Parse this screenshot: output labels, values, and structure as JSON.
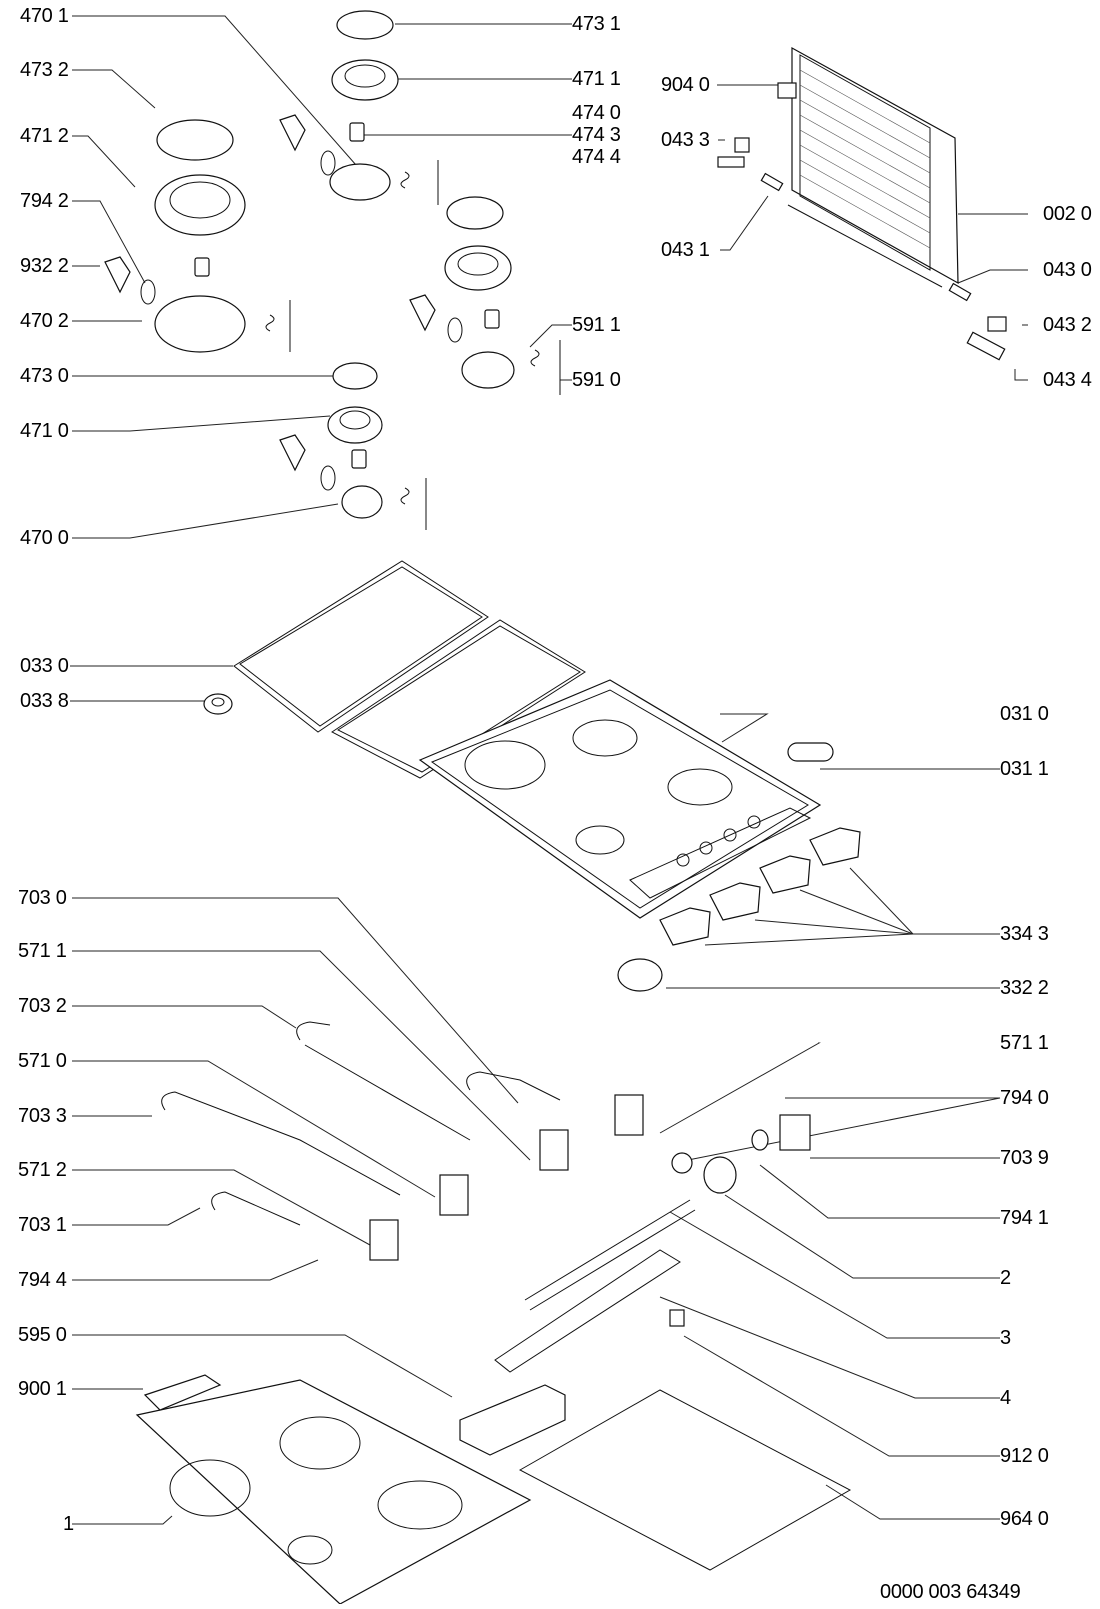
{
  "diagram": {
    "type": "exploded parts diagram",
    "subject": "gas hob",
    "document_number": "0000 003 64349",
    "labels_left": [
      {
        "id": "470-1",
        "text": "470 1"
      },
      {
        "id": "473-2",
        "text": "473 2"
      },
      {
        "id": "471-2",
        "text": "471 2"
      },
      {
        "id": "794-2",
        "text": "794 2"
      },
      {
        "id": "932-2",
        "text": "932 2"
      },
      {
        "id": "470-2",
        "text": "470 2"
      },
      {
        "id": "473-0",
        "text": "473 0"
      },
      {
        "id": "471-0",
        "text": "471 0"
      },
      {
        "id": "470-0",
        "text": "470 0"
      },
      {
        "id": "033-0",
        "text": "033 0"
      },
      {
        "id": "033-8",
        "text": "033 8"
      },
      {
        "id": "703-0",
        "text": "703 0"
      },
      {
        "id": "571-1",
        "text": "571 1"
      },
      {
        "id": "703-2",
        "text": "703 2"
      },
      {
        "id": "571-0",
        "text": "571 0"
      },
      {
        "id": "703-3",
        "text": "703 3"
      },
      {
        "id": "571-2",
        "text": "571 2"
      },
      {
        "id": "703-1",
        "text": "703 1"
      },
      {
        "id": "794-4",
        "text": "794 4"
      },
      {
        "id": "595-0",
        "text": "595 0"
      },
      {
        "id": "900-1",
        "text": "900 1"
      },
      {
        "id": "1",
        "text": "1"
      }
    ],
    "labels_top_center": [
      {
        "id": "473-1",
        "text": "473 1"
      },
      {
        "id": "471-1",
        "text": "471 1"
      },
      {
        "id": "474-0",
        "text": "474 0"
      },
      {
        "id": "474-3",
        "text": "474 3"
      },
      {
        "id": "474-4",
        "text": "474 4"
      },
      {
        "id": "591-1",
        "text": "591 1"
      },
      {
        "id": "591-0",
        "text": "591 0"
      }
    ],
    "labels_top_right": [
      {
        "id": "904-0",
        "text": "904 0"
      },
      {
        "id": "043-3",
        "text": "043 3"
      },
      {
        "id": "043-1",
        "text": "043 1"
      },
      {
        "id": "002-0",
        "text": "002 0"
      },
      {
        "id": "043-0",
        "text": "043 0"
      },
      {
        "id": "043-2",
        "text": "043 2"
      },
      {
        "id": "043-4",
        "text": "043 4"
      }
    ],
    "labels_right": [
      {
        "id": "031-0",
        "text": "031 0"
      },
      {
        "id": "031-1",
        "text": "031 1"
      },
      {
        "id": "334-3",
        "text": "334 3"
      },
      {
        "id": "332-2",
        "text": "332 2"
      },
      {
        "id": "571-1b",
        "text": "571 1"
      },
      {
        "id": "794-0",
        "text": "794 0"
      },
      {
        "id": "703-9",
        "text": "703 9"
      },
      {
        "id": "794-1",
        "text": "794 1"
      },
      {
        "id": "2",
        "text": "2"
      },
      {
        "id": "3",
        "text": "3"
      },
      {
        "id": "4",
        "text": "4"
      },
      {
        "id": "912-0",
        "text": "912 0"
      },
      {
        "id": "964-0",
        "text": "964 0"
      }
    ]
  }
}
